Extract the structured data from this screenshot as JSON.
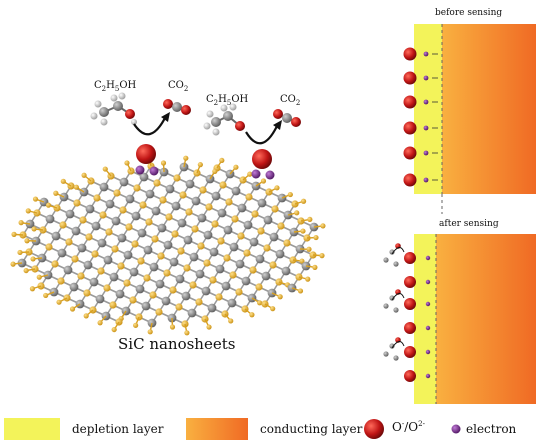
{
  "molecules": {
    "ethanol_left": {
      "c": "C",
      "s1": "2",
      "h": "H",
      "s2": "5",
      "tail": "OH"
    },
    "co2_left": {
      "c": "CO",
      "s": "2"
    },
    "ethanol_right": {
      "c": "C",
      "s1": "2",
      "h": "H",
      "s2": "5",
      "tail": "OH"
    },
    "co2_right": {
      "c": "CO",
      "s": "2"
    }
  },
  "main_label": "SiC nanosheets",
  "panels": {
    "before": {
      "title": "before sensing"
    },
    "after": {
      "title": "after sensing"
    }
  },
  "legend": {
    "depletion": "depletion layer",
    "conducting": "conducting layer",
    "oxygen_base": "O",
    "oxygen_sup1": "-",
    "oxygen_sep": "/O",
    "oxygen_sup2": "2-",
    "electron": "electron"
  },
  "colors": {
    "depletion": "#f3f35a",
    "conducting_start": "#f7a33a",
    "conducting_end": "#f07a2a",
    "oxygen": "#c61b1b",
    "electron": "#7a2a8e",
    "silicon": "#8a8a8a",
    "carbon": "#e8b53a"
  }
}
